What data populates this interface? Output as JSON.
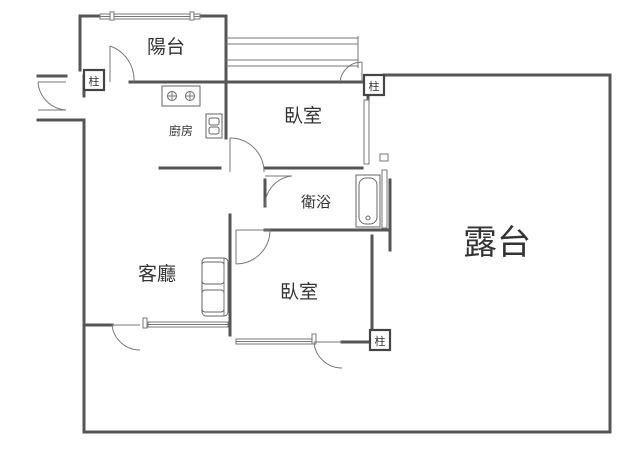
{
  "floor_plan": {
    "rooms": {
      "balcony": "陽台",
      "kitchen": "廚房",
      "bedroom_top": "臥室",
      "bathroom": "衛浴",
      "living_room": "客廳",
      "bedroom_bottom": "臥室",
      "terrace": "露台"
    },
    "pillars": {
      "top_left": "柱",
      "top_right": "柱",
      "bottom_right": "柱"
    }
  }
}
